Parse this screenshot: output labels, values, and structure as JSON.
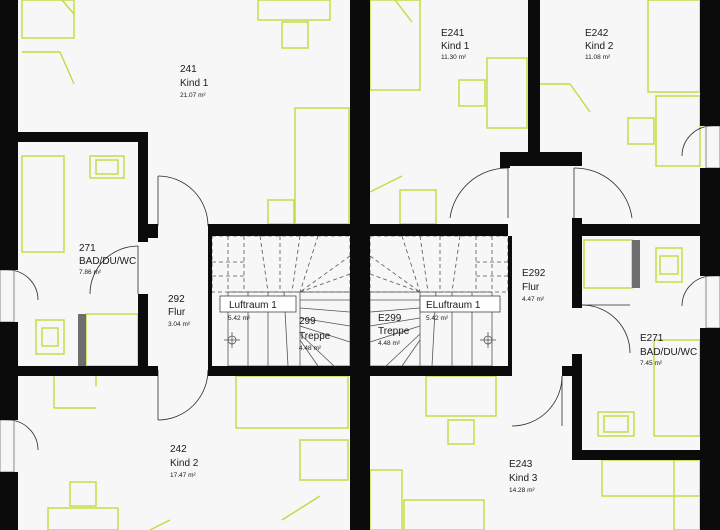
{
  "rooms": [
    {
      "num": "241",
      "name": "Kind 1",
      "area": "21.07 m²"
    },
    {
      "num": "E241",
      "name": "Kind 1",
      "area": "11.30 m²"
    },
    {
      "num": "E242",
      "name": "Kind 2",
      "area": "11.08 m²"
    },
    {
      "num": "271",
      "name": "BAD/DU/WC",
      "area": "7.86 m²"
    },
    {
      "num": "292",
      "name": "Flur",
      "area": "3.04 m²"
    },
    {
      "num": "299",
      "name": "Treppe",
      "area": "4.48 m²"
    },
    {
      "num": "E299",
      "name": "Treppe",
      "area": "4.48 m²"
    },
    {
      "num": "E292",
      "name": "Flur",
      "area": "4.47 m²"
    },
    {
      "num": "E271",
      "name": "BAD/DU/WC",
      "area": "7.45 m²"
    },
    {
      "num": "242",
      "name": "Kind 2",
      "area": "17.47 m²"
    },
    {
      "num": "E243",
      "name": "Kind 3",
      "area": "14.28 m²"
    }
  ],
  "voids": [
    {
      "label": "Luftraum 1",
      "area": "5.42 m²"
    },
    {
      "label": "ELuftraum 1",
      "area": "5.42 m²"
    }
  ],
  "colors": {
    "walls": "#0b0b0b",
    "furniture": "#c5d93c",
    "floor": "#f7f7f7"
  }
}
